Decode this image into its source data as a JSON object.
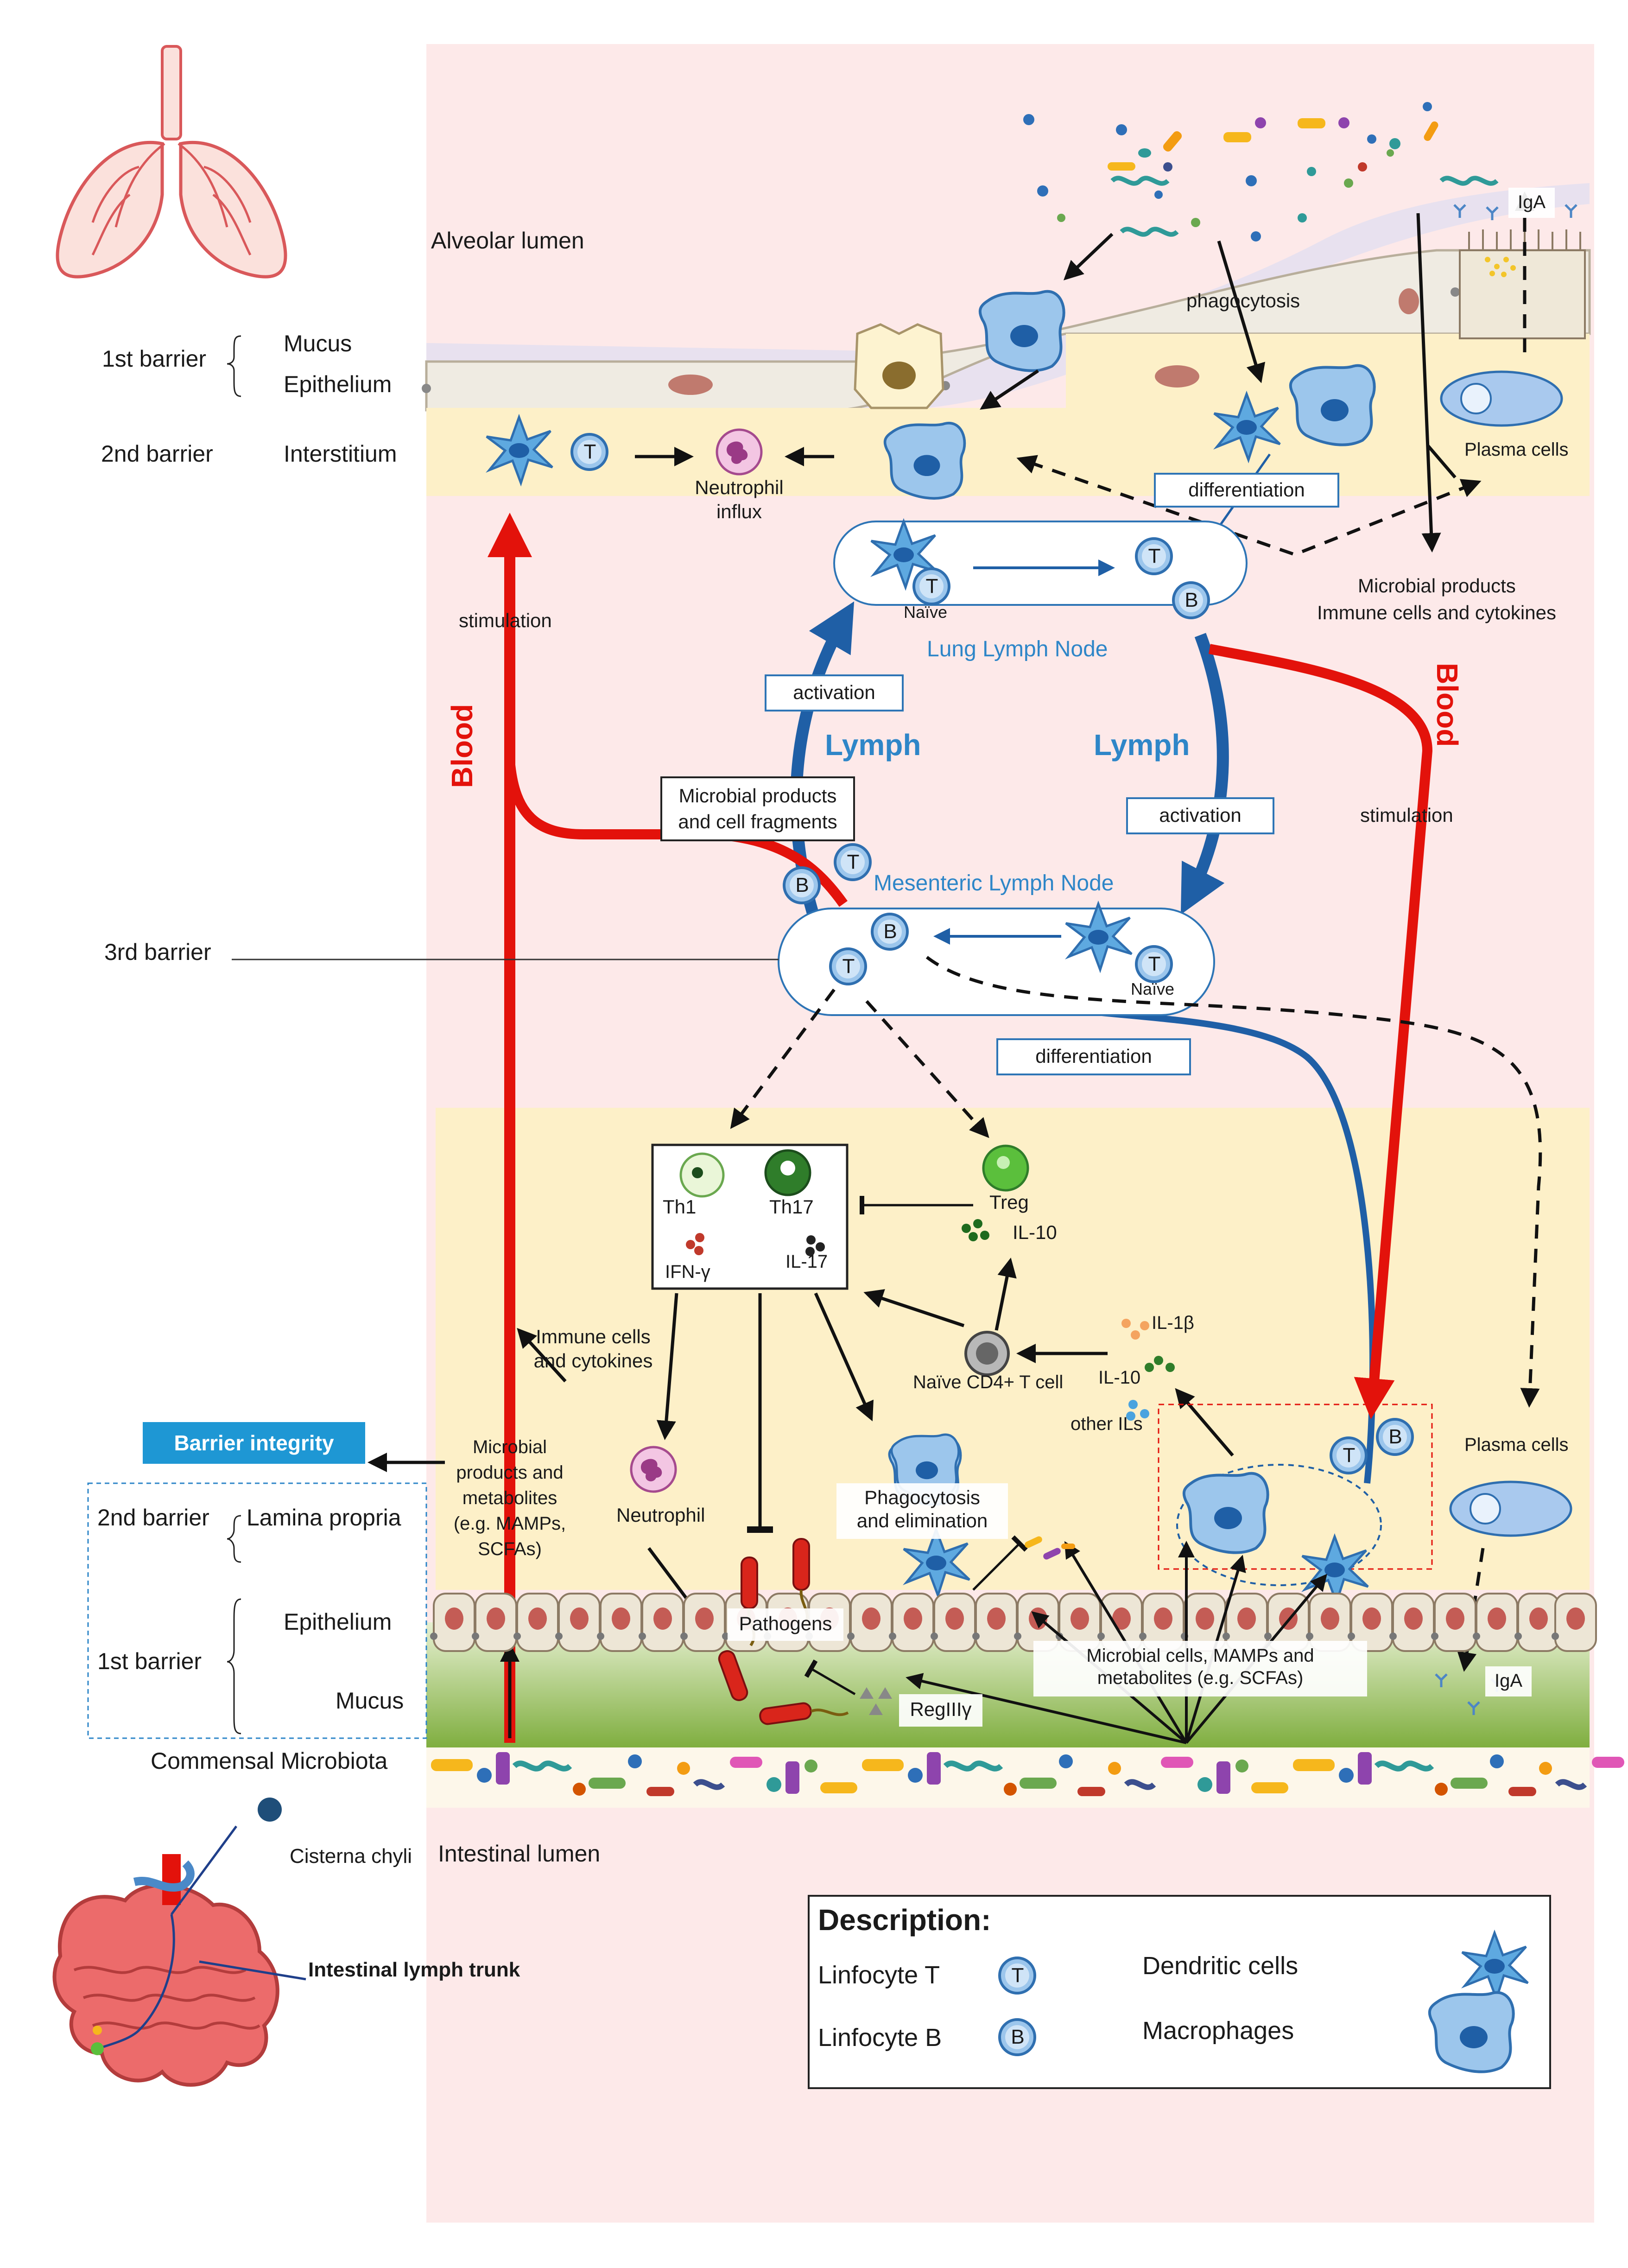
{
  "lung": {
    "alveolar_lumen": "Alveolar lumen",
    "first_barrier": "1st barrier",
    "second_barrier": "2nd barrier",
    "mucus": "Mucus",
    "epithelium": "Epithelium",
    "interstitium": "Interstitium",
    "neutrophil_influx_1": "Neutrophil",
    "neutrophil_influx_2": "influx",
    "phagocytosis": "phagocytosis",
    "differentiation": "differentiation",
    "plasma_cells": "Plasma cells",
    "iga": "IgA",
    "microbial_products": "Microbial products",
    "immune_cells_cytokines": "Immune cells and cytokines"
  },
  "lymph_nodes": {
    "lung_lymph_node": "Lung Lymph Node",
    "mesenteric_lymph_node": "Mesenteric Lymph Node",
    "naive": "Naïve",
    "activation": "activation",
    "differentiation": "differentiation",
    "lymph": "Lymph",
    "blood": "Blood",
    "stimulation": "stimulation",
    "third_barrier": "3rd barrier",
    "microbial_products_fragments_1": "Microbial products",
    "microbial_products_fragments_2": "and cell fragments"
  },
  "cells": {
    "t": "T",
    "b": "B"
  },
  "gut": {
    "th1": "Th1",
    "th17": "Th17",
    "treg": "Treg",
    "ifn": "IFN-γ",
    "il17": "IL-17",
    "il10": "IL-10",
    "il1b": "IL-1β",
    "il10b": "IL-10",
    "other_ils": "other ILs",
    "naive_cd4": "Naïve CD4+ T cell",
    "immune_cells_1": "Immune cells",
    "immune_cells_2": "and cytokines",
    "barrier_integrity": "Barrier integrity",
    "microbial_prod_1": "Microbial",
    "microbial_prod_2": "products and",
    "microbial_prod_3": "metabolites",
    "microbial_prod_4": "(e.g. MAMPs,",
    "microbial_prod_5": "SCFAs)",
    "second_barrier": "2nd barrier",
    "lamina_propria": "Lamina propria",
    "first_barrier": "1st barrier",
    "epithelium": "Epithelium",
    "mucus": "Mucus",
    "commensal": "Commensal Microbiota",
    "neutrophil": "Neutrophil",
    "phago_1": "Phagocytosis",
    "phago_2": "and elimination",
    "pathogens": "Pathogens",
    "regiiiy": "RegIIIγ",
    "microbial_cells_1": "Microbial cells, MAMPs and",
    "microbial_cells_2": "metabolites (e.g. SCFAs)",
    "plasma_cells": "Plasma cells",
    "iga": "IgA",
    "intestinal_lumen": "Intestinal lumen",
    "cisterna": "Cisterna chyli",
    "lymph_trunk": "Intestinal lymph trunk"
  },
  "legend": {
    "title": "Description:",
    "lymph_t": "Linfocyte T",
    "lymph_b": "Linfocyte B",
    "dendritic": "Dendritic cells",
    "macrophages": "Macrophages"
  },
  "colors": {
    "blood_red": "#e3120b",
    "lymph_blue": "#1f5fa6",
    "text_blue": "#2e86c8",
    "cell_blue": "#9cc6ec",
    "background_pink": "#fde9e9",
    "tissue_yellow": "#fdf0c8"
  }
}
